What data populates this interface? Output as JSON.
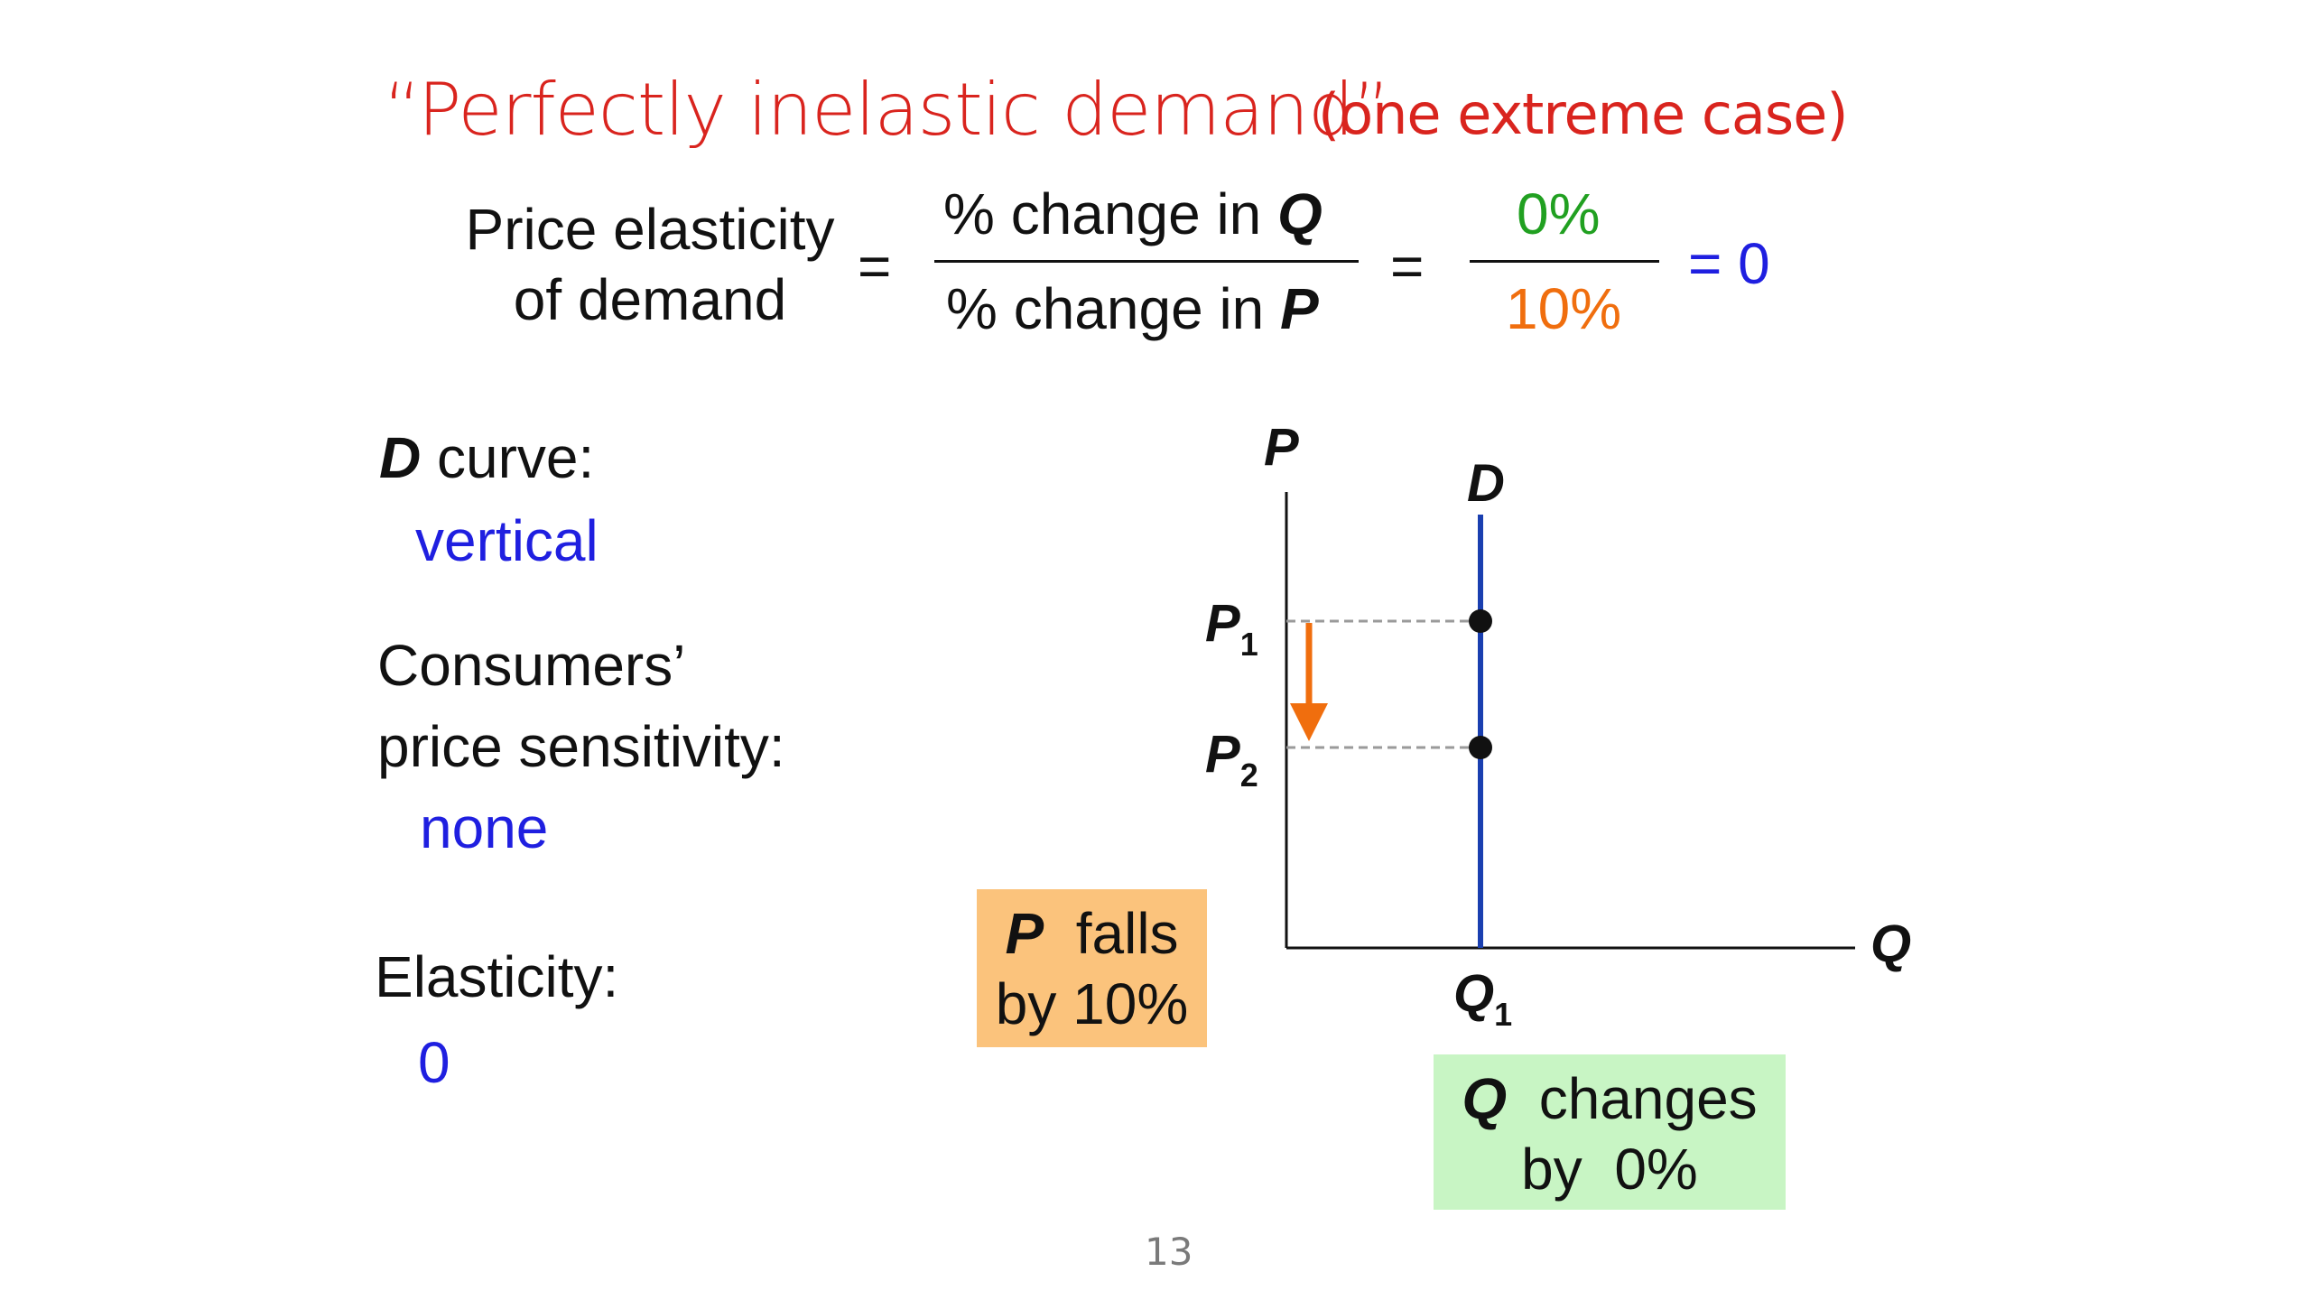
{
  "slide": {
    "title": "“Perfectly inelastic demand”",
    "subtitle": "(one extreme case)",
    "page_number": "13"
  },
  "formula": {
    "lhs_line1": "Price elasticity",
    "lhs_line2": "of demand",
    "equals": "=",
    "numerator_prefix": "% change in ",
    "numerator_var": "Q",
    "denominator_prefix": "% change in ",
    "denominator_var": "P",
    "value_numerator": "0%",
    "value_denominator": "10%",
    "result": "= 0"
  },
  "left_panel": {
    "d_curve_var": "D",
    "d_curve_label": " curve:",
    "d_curve_value": "vertical",
    "sensitivity_line1": "Consumers’",
    "sensitivity_line2": "price sensitivity:",
    "sensitivity_value": "none",
    "elasticity_label": "Elasticity:",
    "elasticity_value": "0"
  },
  "callouts": {
    "p_box_var": "P",
    "p_box_line1_rest": "  falls",
    "p_box_line2": "by 10%",
    "q_box_var": "Q",
    "q_box_line1_rest": "  changes",
    "q_box_line2": "by  0%"
  },
  "diagram": {
    "y_axis_label": "P",
    "x_axis_label": "Q",
    "curve_label": "D",
    "p1_label": "P",
    "p1_sub": "1",
    "p2_label": "P",
    "p2_sub": "2",
    "q1_label": "Q",
    "q1_sub": "1",
    "colors": {
      "demand_curve": "#1a3fb0",
      "arrow": "#f06e0e",
      "dashed": "#9a9a9a"
    }
  }
}
